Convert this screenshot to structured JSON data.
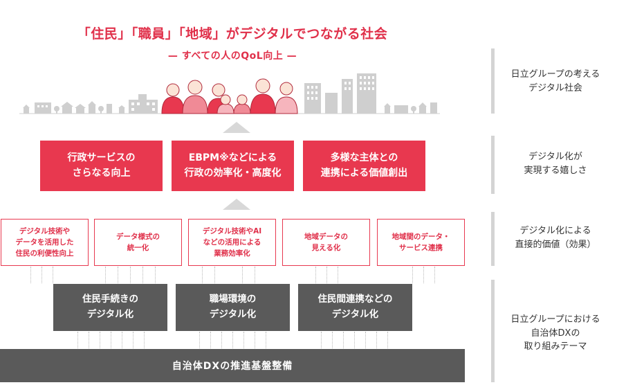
{
  "header": {
    "title": "「住民」「職員」「地域」がデジタルでつながる社会",
    "subtitle": "— すべての人のQoL向上 —"
  },
  "benefits": [
    {
      "label": "行政サービスの\nさらなる向上"
    },
    {
      "label": "EBPM※などによる\n行政の効率化・高度化"
    },
    {
      "label": "多様な主体との\n連携による価値創出"
    }
  ],
  "direct_values": [
    {
      "label": "デジタル技術や\nデータを活用した\n住民の利便性向上"
    },
    {
      "label": "データ様式の\n統一化"
    },
    {
      "label": "デジタル技術やAI\nなどの活用による\n業務効率化"
    },
    {
      "label": "地域データの\n見える化"
    },
    {
      "label": "地域間のデータ・\nサービス連携"
    }
  ],
  "initiatives": [
    {
      "label": "住民手続きの\nデジタル化"
    },
    {
      "label": "職場環境の\nデジタル化"
    },
    {
      "label": "住民間連携などの\nデジタル化"
    }
  ],
  "foundation": {
    "label": "自治体DXの推進基盤整備"
  },
  "side_labels": [
    {
      "label": "日立グループの考える\nデジタル社会"
    },
    {
      "label": "デジタル化が\n実現する嬉しさ"
    },
    {
      "label": "デジタル化による\n直接的価値（効果）"
    },
    {
      "label": "日立グループにおける\n自治体DXの\n取り組みテーマ"
    }
  ],
  "colors": {
    "accent": "#e8384f",
    "dark": "#5a5a5a",
    "muted": "#d4d4d4"
  },
  "icons": [
    "city-skyline-illustration",
    "people-group-illustration",
    "up-arrow-icon"
  ]
}
